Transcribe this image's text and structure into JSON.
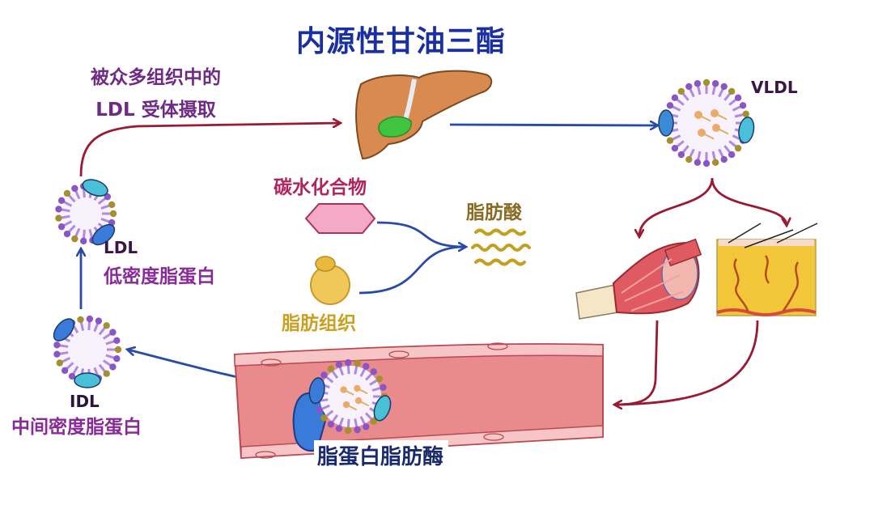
{
  "title": "内源性甘油三酯",
  "labels": {
    "uptake_line1": "被众多组织中的",
    "uptake_line2": "LDL 受体摄取",
    "carbohydrate": "碳水化合物",
    "fatty_acid": "脂肪酸",
    "adipose_tissue": "脂肪组织",
    "vldl": "VLDL",
    "ldl_abbr": "LDL",
    "ldl_name": "低密度脂蛋白",
    "idl_abbr": "IDL",
    "idl_name": "中间密度脂蛋白",
    "lipoprotein_lipase": "脂蛋白脂肪酶"
  },
  "flow": [
    {
      "from": "LDL",
      "to": "肝脏",
      "color": "#9a1a35"
    },
    {
      "from": "肝脏",
      "to": "VLDL",
      "color": "#2a4aa8"
    },
    {
      "from": "碳水化合物",
      "to": "脂肪酸",
      "color": "#2a4aa8"
    },
    {
      "from": "脂肪组织",
      "to": "脂肪酸",
      "color": "#2a4aa8"
    },
    {
      "from": "VLDL",
      "to": "肌肉",
      "color": "#9a1a35"
    },
    {
      "from": "VLDL",
      "to": "脂肪",
      "color": "#9a1a35"
    },
    {
      "from": "肌肉",
      "to": "血管",
      "color": "#9a1a35"
    },
    {
      "from": "脂肪",
      "to": "血管",
      "color": "#9a1a35"
    },
    {
      "from": "血管",
      "to": "IDL",
      "color": "#2a4aa8"
    },
    {
      "from": "IDL",
      "to": "LDL",
      "color": "#2a4aa8"
    }
  ],
  "colors": {
    "title": "#1a2fa0",
    "red_arrow": "#9a1a35",
    "blue_arrow": "#2a4aa8",
    "liver": "#d98a4e",
    "gallbladder": "#3fc43f",
    "vessel": "#e98a8c",
    "fat": "#f2c83a",
    "phospholipid": "#8a55c4",
    "cholesterol_bead": "#a49030",
    "apoprotein": "#3a8ad8"
  }
}
